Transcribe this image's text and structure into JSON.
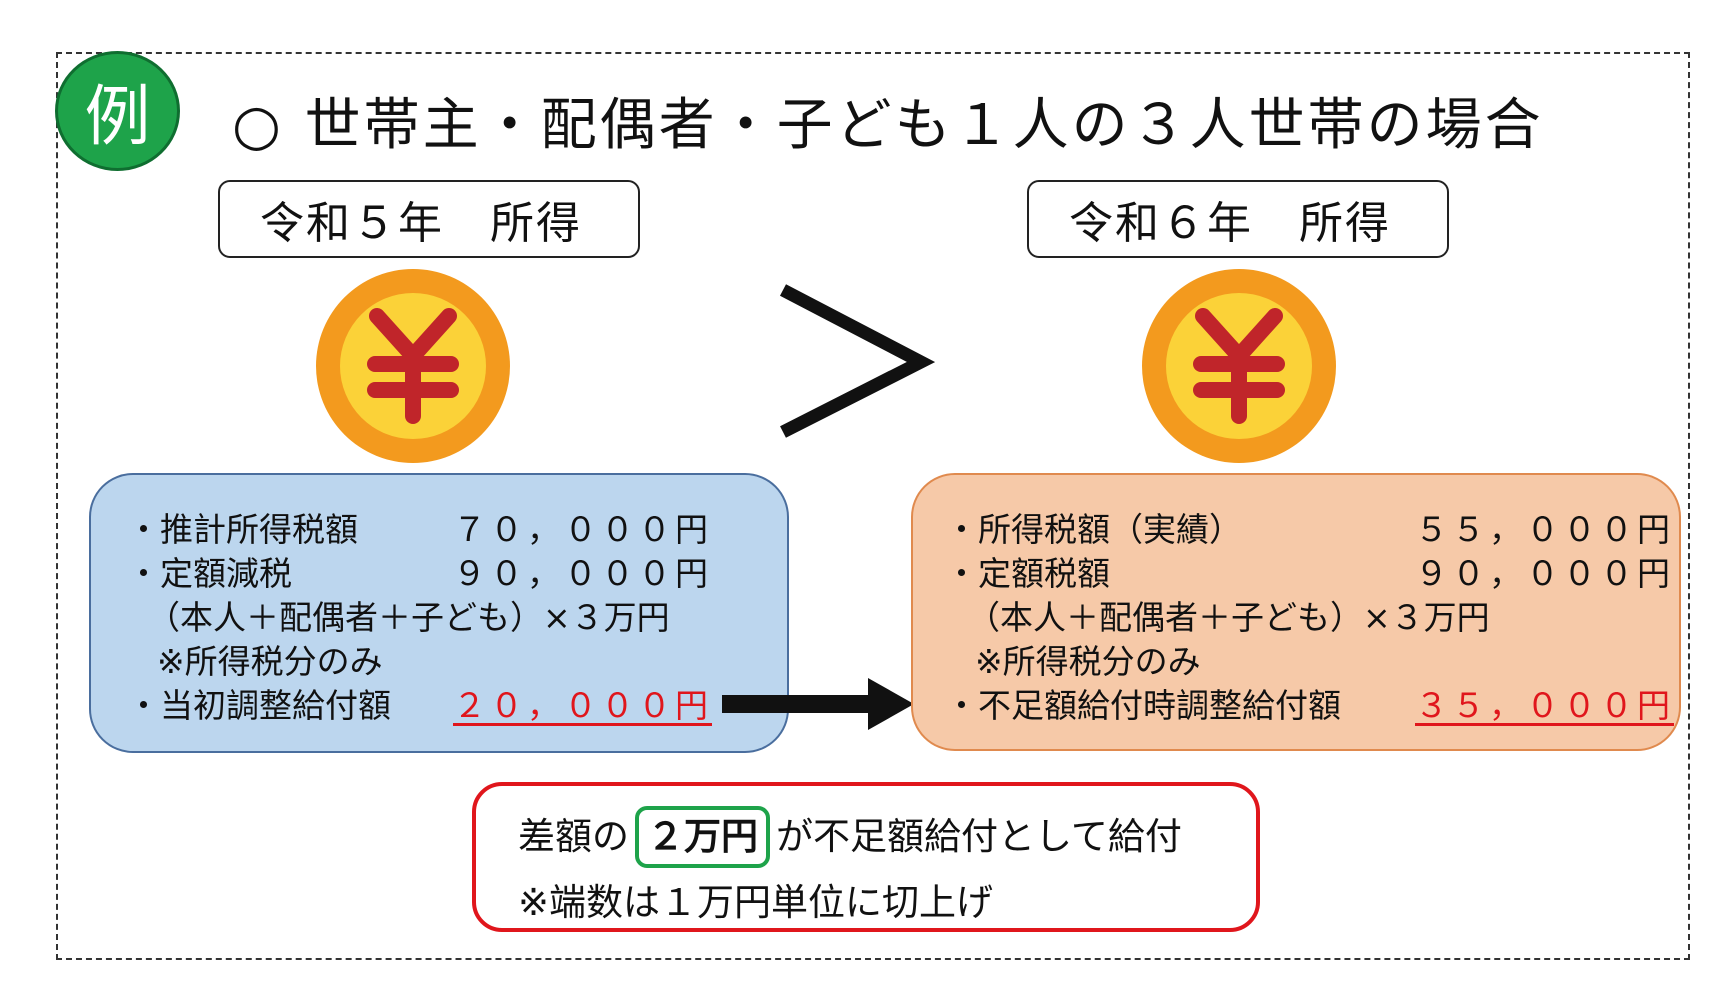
{
  "badge": "例",
  "heading": "○ 世帯主・配偶者・子ども１人の３人世帯の場合",
  "left": {
    "year_label": "令和５年　所得",
    "coin_icon": "yen-coin-icon",
    "rows": [
      {
        "label": "・推計所得税額",
        "value": "７０，０００円"
      },
      {
        "label": "・定額減税",
        "value": "９０，０００円"
      },
      {
        "label": "（本人＋配偶者＋子ども）×３万円"
      },
      {
        "label": "※所得税分のみ"
      },
      {
        "label": "・当初調整給付額",
        "value": "２０，０００円"
      }
    ]
  },
  "right": {
    "year_label": "令和６年　所得",
    "coin_icon": "yen-coin-icon",
    "rows": [
      {
        "label": "・所得税額（実績）",
        "value": "５５，０００円"
      },
      {
        "label": "・定額税額",
        "value": "９０，０００円"
      },
      {
        "label": "（本人＋配偶者＋子ども）×３万円"
      },
      {
        "label": "※所得税分のみ"
      },
      {
        "label": "・不足額給付時調整給付額",
        "value": "３５，０００円"
      }
    ]
  },
  "note": {
    "prefix": "差額の",
    "amount": "２万円",
    "suffix": "が不足額給付として給付",
    "line2": "※端数は１万円単位に切上げ"
  },
  "colors": {
    "accent_red": "#e0161c",
    "badge_green": "#1ea34a",
    "left_box": "#bcd6ee",
    "right_box": "#f6c9a8",
    "coin_outer": "#f39a1e",
    "coin_inner": "#fbd238",
    "yen_mark": "#c0252a"
  }
}
